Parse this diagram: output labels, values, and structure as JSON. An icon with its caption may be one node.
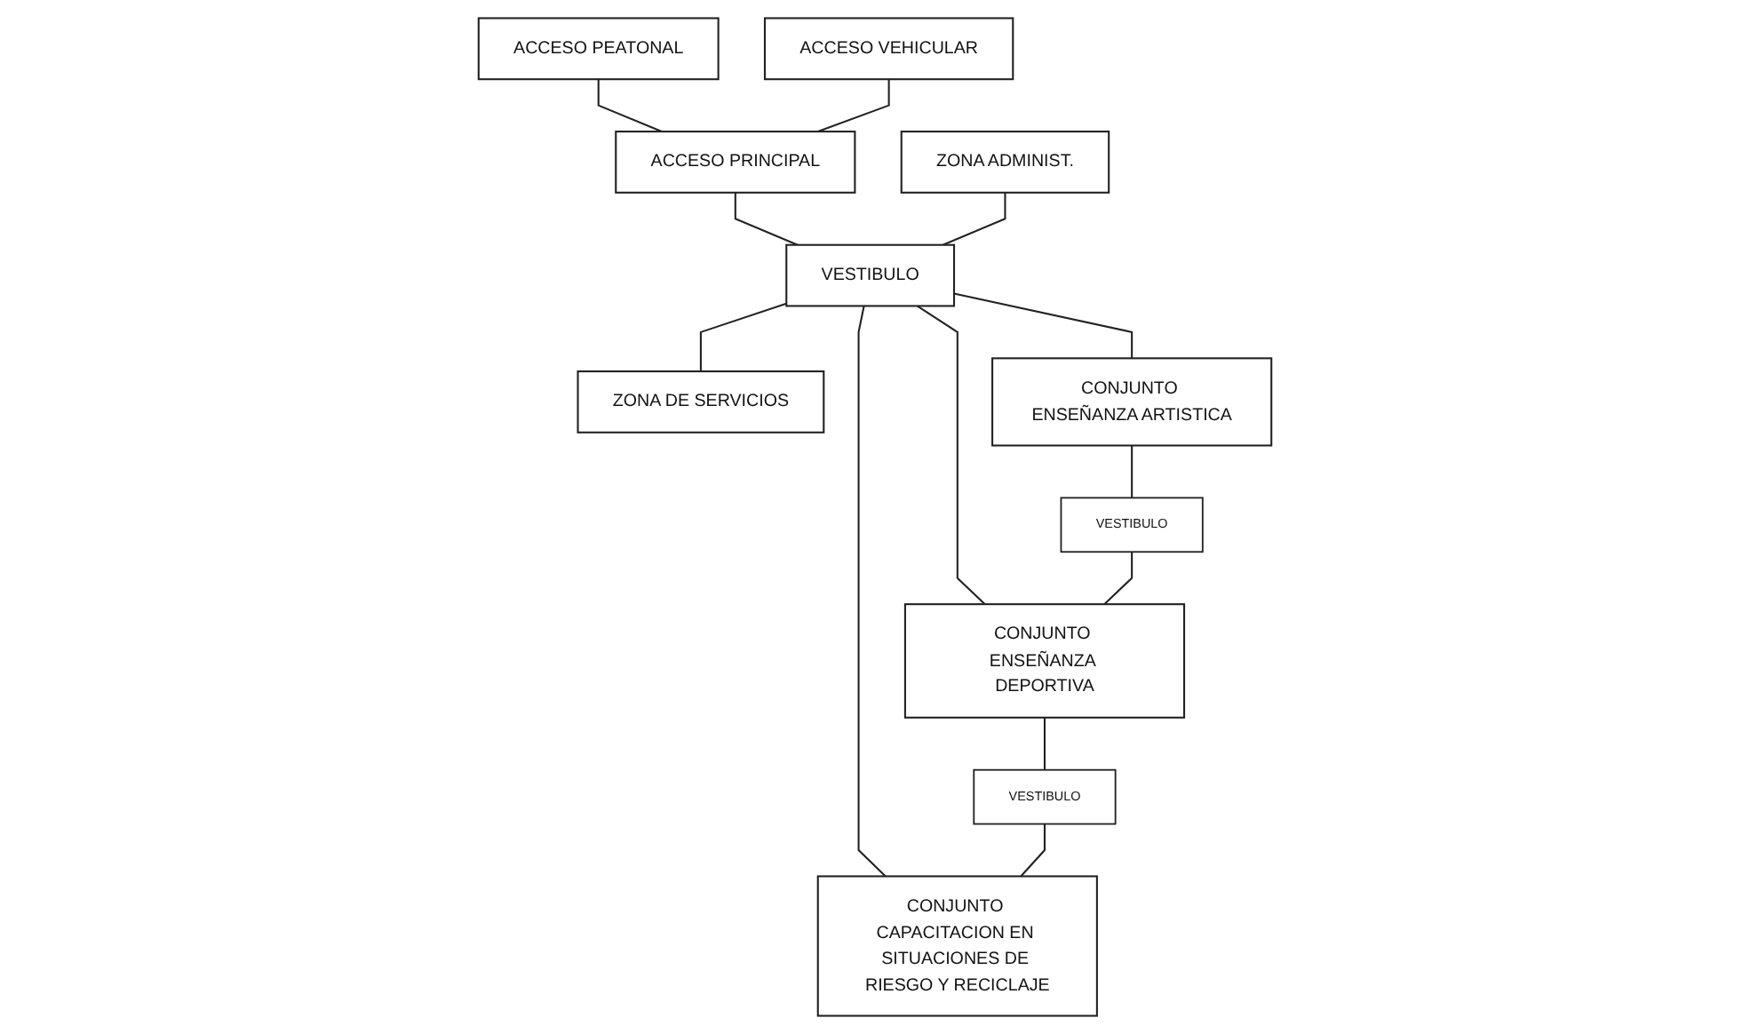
{
  "diagram": {
    "nodes": [
      {
        "text": [
          "ACCESO PEATONAL"
        ]
      },
      {
        "text": [
          "ACCESO VEHICULAR"
        ]
      },
      {
        "text": [
          "ACCESO PRINCIPAL"
        ]
      },
      {
        "text": [
          "ZONA ADMINIST."
        ]
      },
      {
        "text": [
          "VESTIBULO"
        ]
      },
      {
        "text": [
          "ZONA DE SERVICIOS"
        ]
      },
      {
        "text": [
          "CONJUNTO ENSEÑANZA ARTISTICA"
        ]
      },
      {
        "text": [
          "VESTIBULO"
        ]
      },
      {
        "text": [
          "CONJUNTO ENSEÑANZA DEPORTIVA"
        ]
      },
      {
        "text": [
          "VESTIBULO"
        ]
      },
      {
        "text": [
          "CONJUNTO CAPACITACION EN SITUACIONES DE RIESGO Y RECICLAJE"
        ]
      }
    ],
    "edges": [
      {
        "from": 0,
        "to": 2,
        "arrow": "none"
      },
      {
        "from": 1,
        "to": 2,
        "arrow": "none"
      },
      {
        "from": 2,
        "to": 4,
        "arrow": "none"
      },
      {
        "from": 3,
        "to": 4,
        "arrow": "none"
      },
      {
        "from": 4,
        "to": 5,
        "arrow": "none"
      },
      {
        "from": 4,
        "to": 6,
        "arrow": "none"
      },
      {
        "from": 4,
        "to": 8,
        "arrow": "none"
      },
      {
        "from": 4,
        "to": 10,
        "arrow": "none"
      },
      {
        "from": 6,
        "to": 7,
        "arrow": "none"
      },
      {
        "from": 7,
        "to": 8,
        "arrow": "none"
      },
      {
        "from": 8,
        "to": 9,
        "arrow": "none"
      },
      {
        "from": 9,
        "to": 10,
        "arrow": "none"
      }
    ]
  }
}
